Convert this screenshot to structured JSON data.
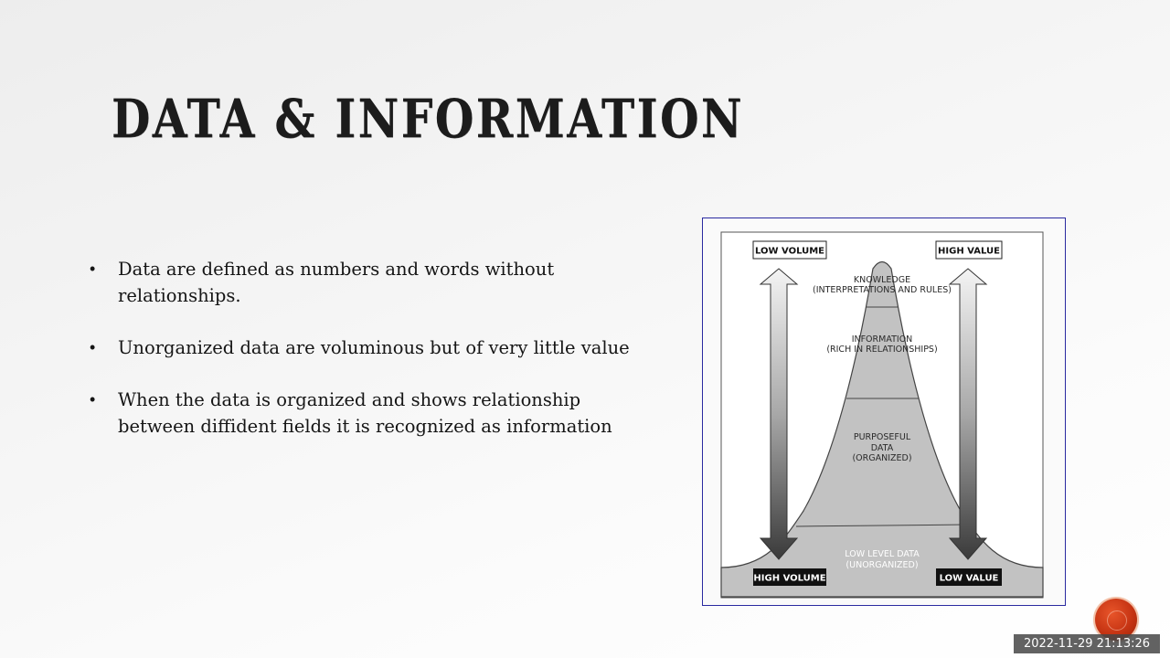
{
  "slide": {
    "title": "Data & Information",
    "bullets": [
      {
        "mark": "•",
        "text": "Data are defined as numbers and words without relationships."
      },
      {
        "mark": "•",
        "text": "Unorganized data are voluminous but of very little value"
      },
      {
        "mark": "•",
        "text": "When the data is organized and shows relationship between diffident fields it is recognized as information"
      }
    ]
  },
  "figure": {
    "labels": {
      "low_volume": "LOW VOLUME",
      "high_value": "HIGH VALUE",
      "high_volume": "HIGH VOLUME",
      "low_value": "LOW VALUE"
    },
    "layers": {
      "knowledge_line1": "KNOWLEDGE",
      "knowledge_line2": "(INTERPRETATIONS AND RULES)",
      "information_line1": "INFORMATION",
      "information_line2": "(RICH IN RELATIONSHIPS)",
      "purposeful_line1": "PURPOSEFUL",
      "purposeful_line2": "DATA",
      "purposeful_line3": "(ORGANIZED)",
      "lowlevel_line1": "LOW LEVEL DATA",
      "lowlevel_line2": "(UNORGANIZED)"
    }
  },
  "overlay": {
    "timestamp": "2022-11-29 21:13:26"
  },
  "colors": {
    "frame_border": "#2a2aa0",
    "record_button": "#c63413",
    "timestamp_bg": "#464646"
  }
}
